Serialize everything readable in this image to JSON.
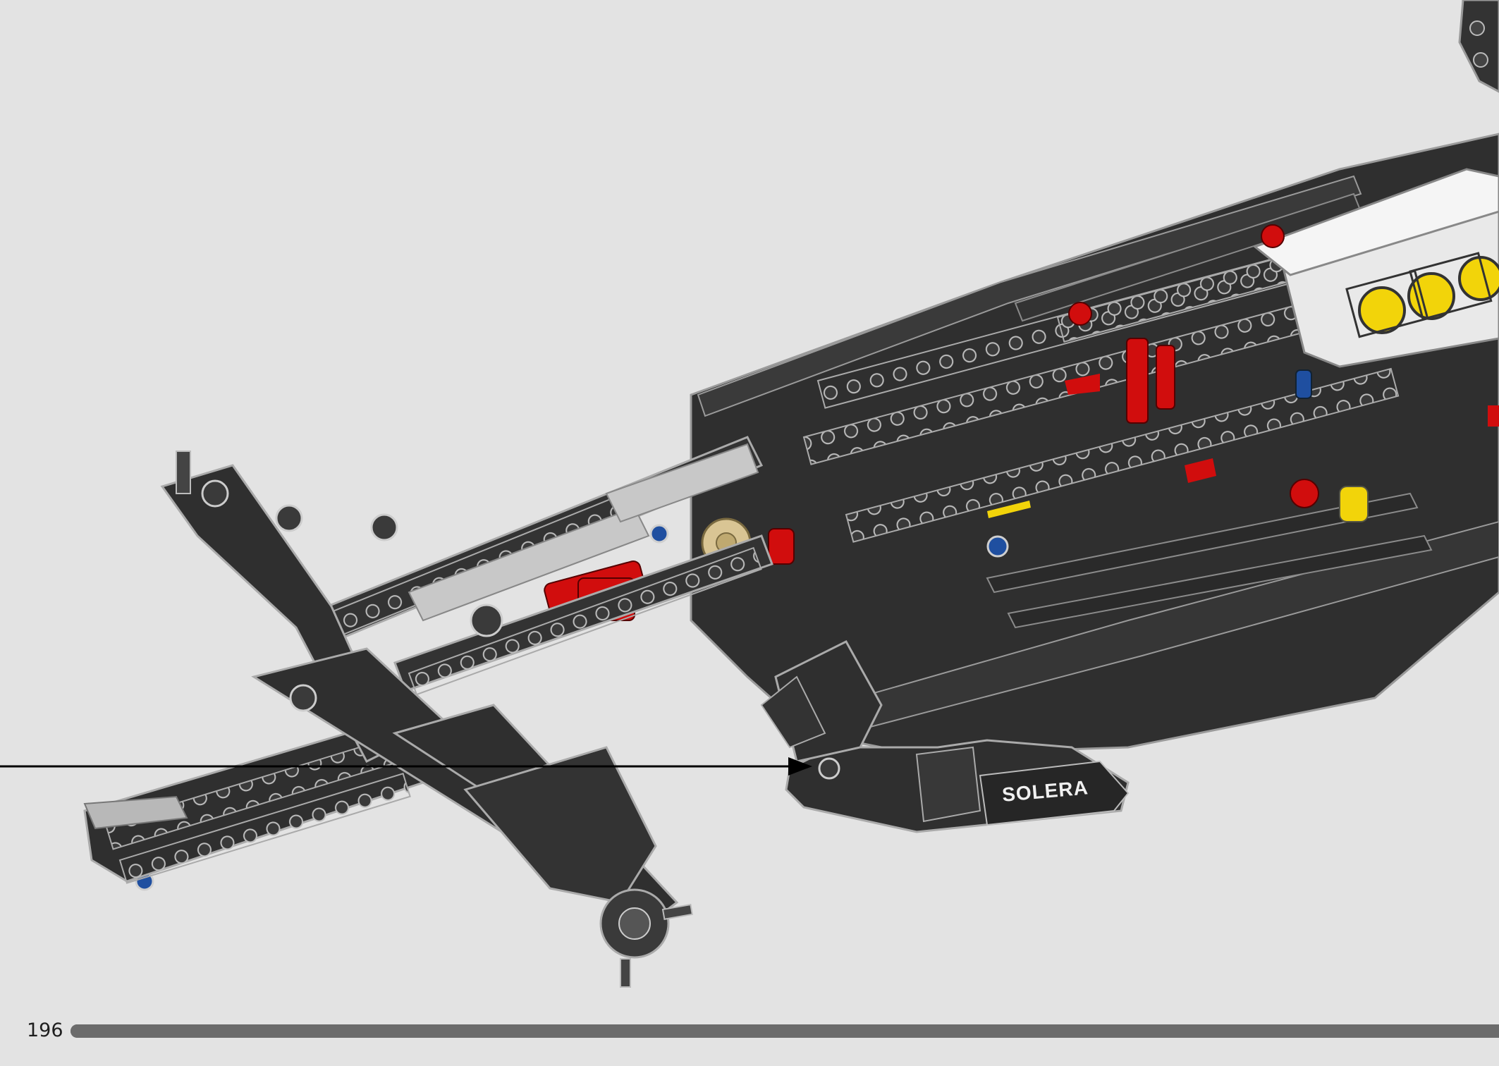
{
  "page": {
    "number": "196",
    "progress_fraction": 1.0
  },
  "illustration": {
    "decal_text": "SOLERA",
    "colors": {
      "background": "#e3e3e3",
      "chassis_dark": "#2f2f2f",
      "chassis_edge": "#9a9a9a",
      "accent_red": "#d10d0d",
      "accent_yellow": "#f2d40a",
      "accent_blue": "#1f4fa0",
      "accent_tan": "#d9c594",
      "accent_orange": "#f2a346",
      "light_gray": "#bcbcbc"
    }
  }
}
